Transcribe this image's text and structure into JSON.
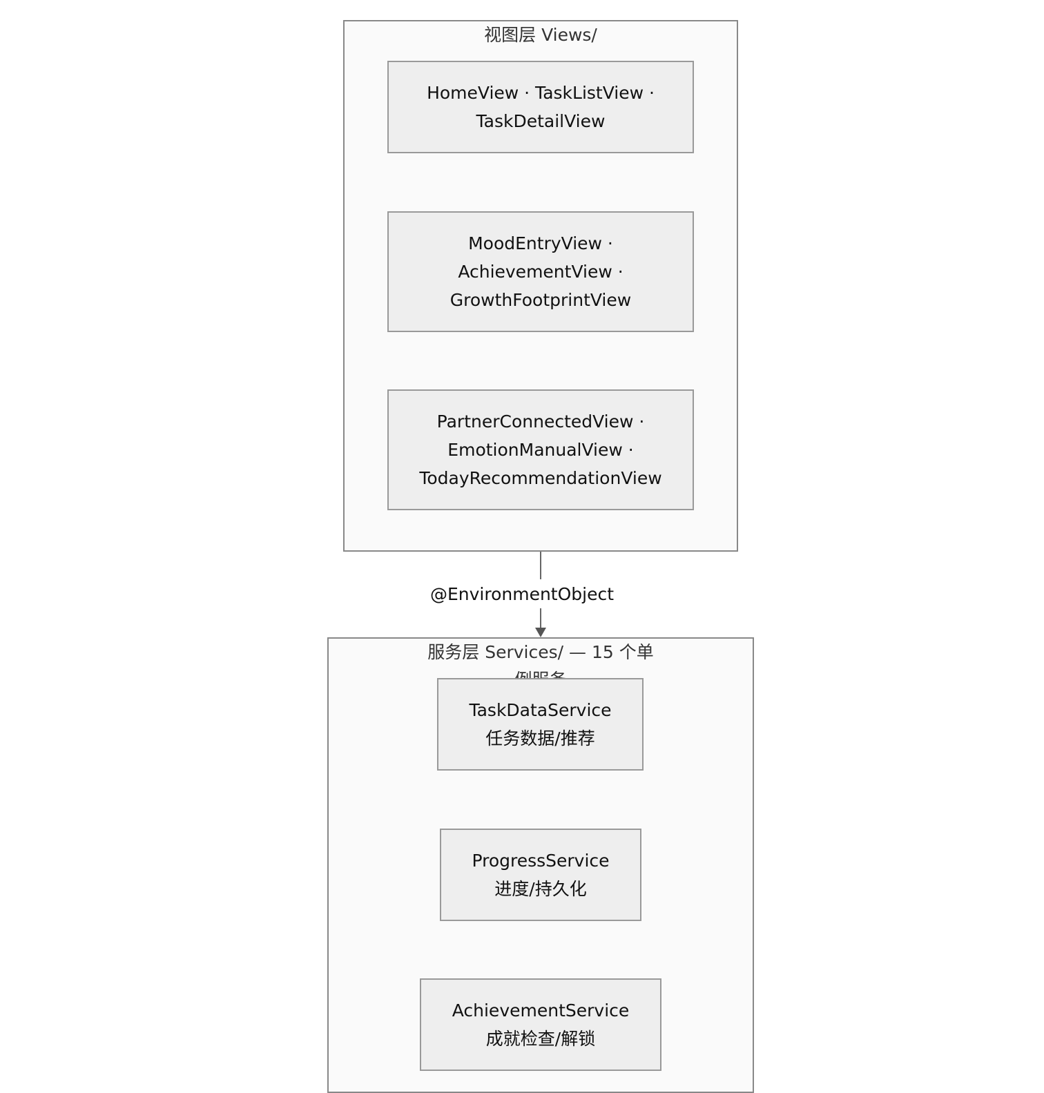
{
  "views_group": {
    "title": "视图层 Views/",
    "nodes": [
      {
        "lines": [
          "HomeView · TaskListView ·",
          "TaskDetailView"
        ]
      },
      {
        "lines": [
          "MoodEntryView ·",
          "AchievementView ·",
          "GrowthFootprintView"
        ]
      },
      {
        "lines": [
          "PartnerConnectedView ·",
          "EmotionManualView ·",
          "TodayRecommendationView"
        ]
      }
    ]
  },
  "edge": {
    "label": "@EnvironmentObject"
  },
  "services_group": {
    "title_line1": "服务层 Services/ — 15 个单",
    "title_line2": "例服务",
    "nodes": [
      {
        "lines": [
          "TaskDataService",
          "任务数据/推荐"
        ]
      },
      {
        "lines": [
          "ProgressService",
          "进度/持久化"
        ]
      },
      {
        "lines": [
          "AchievementService",
          "成就检查/解锁"
        ]
      }
    ]
  }
}
